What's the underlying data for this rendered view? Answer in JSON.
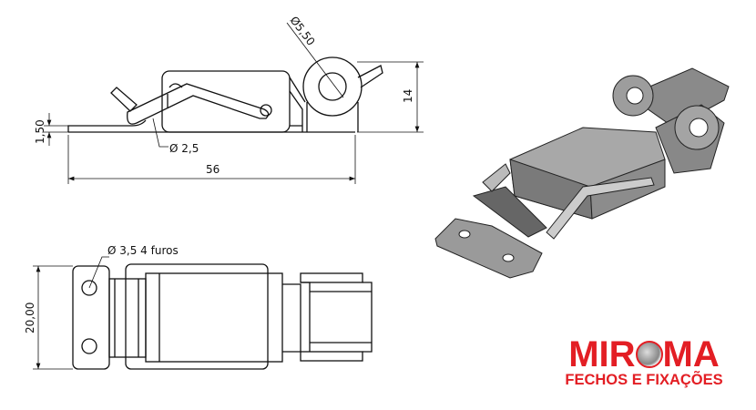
{
  "side_view": {
    "dim_diameter_eye": "Ø5,50",
    "dim_height": "14",
    "dim_thickness": "1,50",
    "dim_wire": "Ø 2,5",
    "dim_length": "56"
  },
  "top_view": {
    "dim_holes": "Ø 3,5  4 furos",
    "dim_width": "20,00"
  },
  "logo": {
    "brand_part1": "MIR",
    "brand_part2": "MA",
    "tagline": "FECHOS E FIXAÇÕES",
    "color": "#e31e24"
  }
}
